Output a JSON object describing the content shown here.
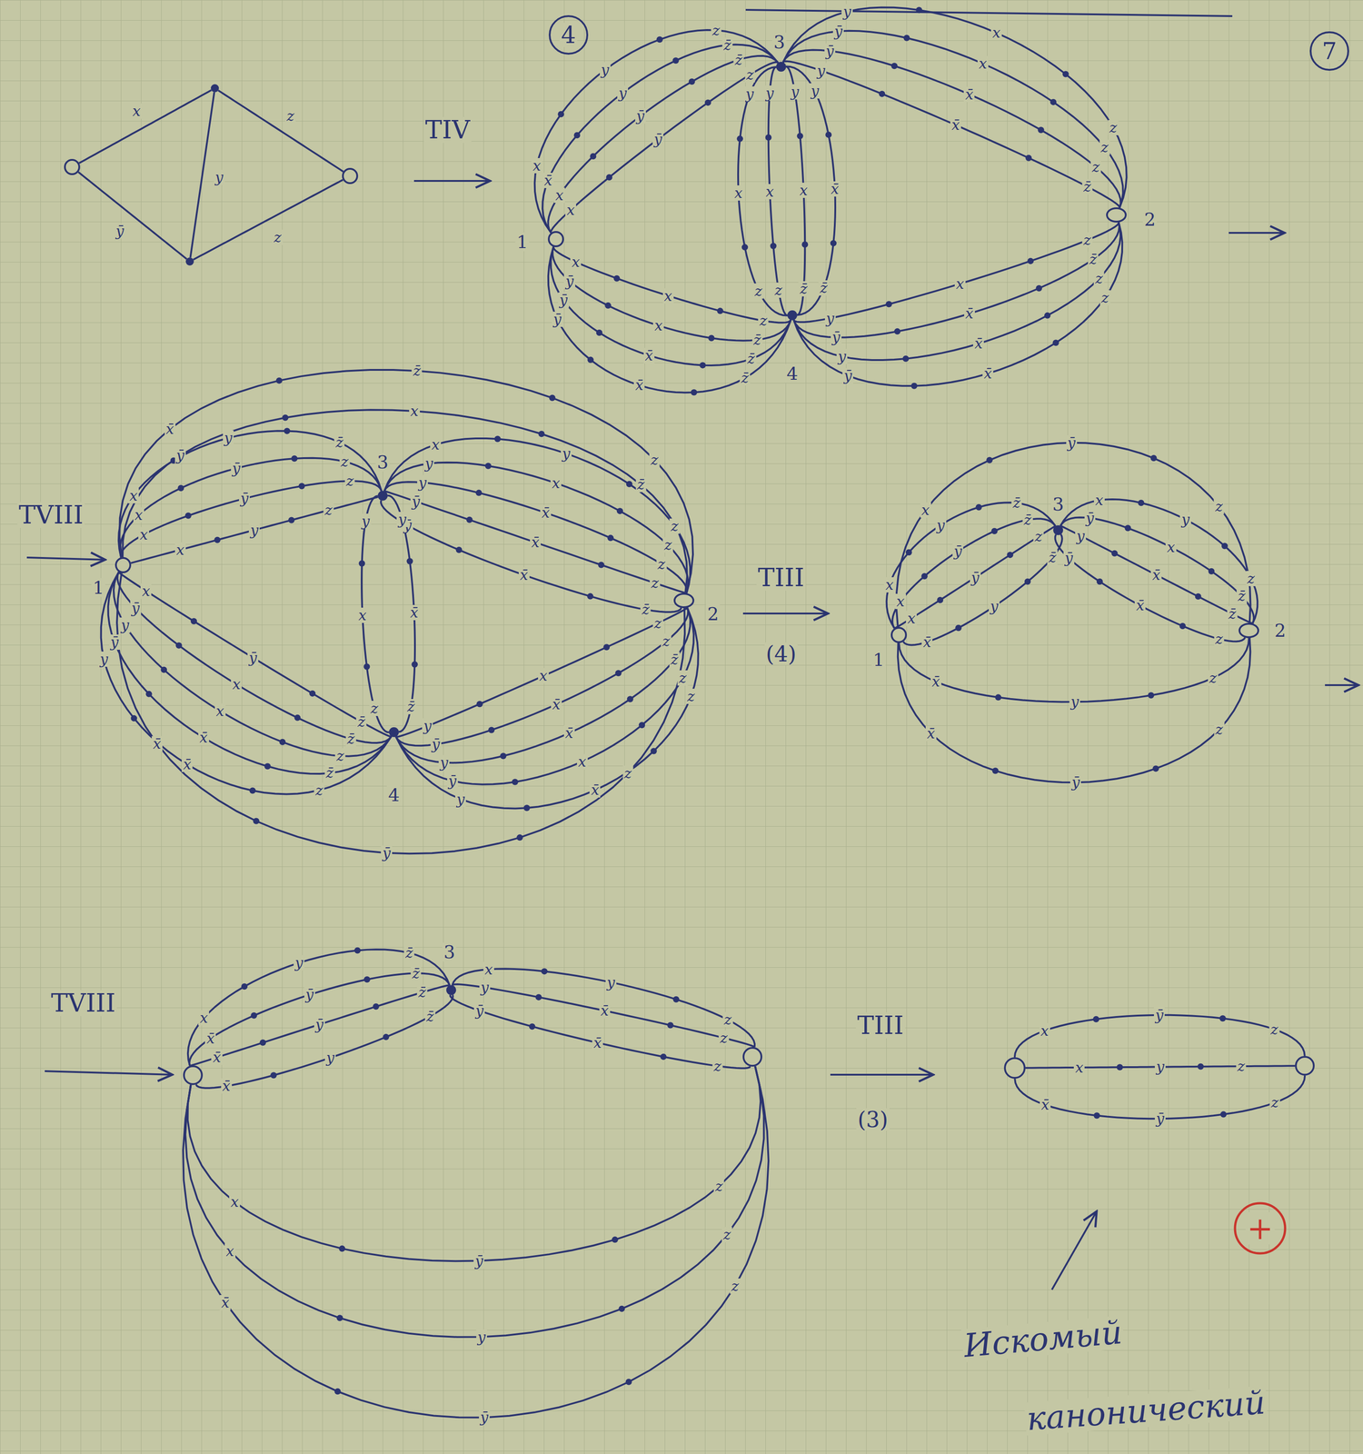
{
  "diagram": {
    "nodes": [
      {
        "text": [
          "1"
        ]
      },
      {
        "text": [
          "3"
        ]
      },
      {
        "text": [
          "2"
        ]
      },
      {
        "text": [
          "4"
        ]
      },
      {
        "text": [
          "1"
        ]
      },
      {
        "text": [
          "3"
        ]
      },
      {
        "text": [
          "2"
        ]
      },
      {
        "text": [
          "4"
        ]
      },
      {
        "text": [
          "1"
        ]
      },
      {
        "text": [
          "3"
        ]
      },
      {
        "text": [
          "2"
        ]
      },
      {
        "text": [
          "3"
        ]
      }
    ],
    "edges": [
      {
        "from": 0,
        "to": 1,
        "arrow": "none"
      },
      {
        "from": 0,
        "to": 1,
        "arrow": "none"
      },
      {
        "from": 0,
        "to": 1,
        "arrow": "none"
      },
      {
        "from": 0,
        "to": 1,
        "arrow": "none"
      },
      {
        "from": 1,
        "to": 2,
        "arrow": "none"
      },
      {
        "from": 1,
        "to": 2,
        "arrow": "none"
      },
      {
        "from": 1,
        "to": 2,
        "arrow": "none"
      },
      {
        "from": 1,
        "to": 2,
        "arrow": "none"
      },
      {
        "from": 1,
        "to": 3,
        "arrow": "none"
      },
      {
        "from": 1,
        "to": 3,
        "arrow": "none"
      },
      {
        "from": 1,
        "to": 3,
        "arrow": "none"
      },
      {
        "from": 1,
        "to": 3,
        "arrow": "none"
      },
      {
        "from": 0,
        "to": 3,
        "arrow": "none"
      },
      {
        "from": 0,
        "to": 3,
        "arrow": "none"
      },
      {
        "from": 0,
        "to": 3,
        "arrow": "none"
      },
      {
        "from": 0,
        "to": 3,
        "arrow": "none"
      },
      {
        "from": 3,
        "to": 2,
        "arrow": "none"
      },
      {
        "from": 3,
        "to": 2,
        "arrow": "none"
      },
      {
        "from": 3,
        "to": 2,
        "arrow": "none"
      },
      {
        "from": 3,
        "to": 2,
        "arrow": "none"
      },
      {
        "from": 4,
        "to": 6,
        "arrow": "none"
      },
      {
        "from": 4,
        "to": 6,
        "arrow": "none"
      },
      {
        "from": 4,
        "to": 5,
        "arrow": "none"
      },
      {
        "from": 4,
        "to": 5,
        "arrow": "none"
      },
      {
        "from": 4,
        "to": 5,
        "arrow": "none"
      },
      {
        "from": 4,
        "to": 5,
        "arrow": "none"
      },
      {
        "from": 5,
        "to": 6,
        "arrow": "none"
      },
      {
        "from": 5,
        "to": 6,
        "arrow": "none"
      },
      {
        "from": 5,
        "to": 6,
        "arrow": "none"
      },
      {
        "from": 5,
        "to": 6,
        "arrow": "none"
      },
      {
        "from": 5,
        "to": 6,
        "arrow": "none"
      },
      {
        "from": 5,
        "to": 7,
        "arrow": "none"
      },
      {
        "from": 5,
        "to": 7,
        "arrow": "none"
      },
      {
        "from": 4,
        "to": 7,
        "arrow": "none"
      },
      {
        "from": 4,
        "to": 7,
        "arrow": "none"
      },
      {
        "from": 4,
        "to": 7,
        "arrow": "none"
      },
      {
        "from": 4,
        "to": 7,
        "arrow": "none"
      },
      {
        "from": 4,
        "to": 7,
        "arrow": "none"
      },
      {
        "from": 7,
        "to": 6,
        "arrow": "none"
      },
      {
        "from": 7,
        "to": 6,
        "arrow": "none"
      },
      {
        "from": 7,
        "to": 6,
        "arrow": "none"
      },
      {
        "from": 7,
        "to": 6,
        "arrow": "none"
      },
      {
        "from": 7,
        "to": 6,
        "arrow": "none"
      },
      {
        "from": 4,
        "to": 6,
        "arrow": "none"
      },
      {
        "from": 8,
        "to": 10,
        "arrow": "none"
      },
      {
        "from": 8,
        "to": 9,
        "arrow": "none"
      },
      {
        "from": 8,
        "to": 9,
        "arrow": "none"
      },
      {
        "from": 8,
        "to": 9,
        "arrow": "none"
      },
      {
        "from": 8,
        "to": 9,
        "arrow": "none"
      },
      {
        "from": 9,
        "to": 10,
        "arrow": "none"
      },
      {
        "from": 9,
        "to": 10,
        "arrow": "none"
      },
      {
        "from": 9,
        "to": 10,
        "arrow": "none"
      },
      {
        "from": 9,
        "to": 10,
        "arrow": "none"
      },
      {
        "from": 8,
        "to": 10,
        "arrow": "none"
      },
      {
        "from": 8,
        "to": 10,
        "arrow": "none"
      }
    ],
    "labels": [
      "x",
      "z",
      "y",
      "ȳ",
      "z",
      "x",
      "y",
      "z",
      "x̄",
      "y",
      "z̄",
      "x",
      "ȳ",
      "z̄",
      "x",
      "ȳ",
      "z",
      "y",
      "x",
      "z",
      "ȳ",
      "x",
      "z",
      "ȳ",
      "x̄",
      "z",
      "y",
      "x̄",
      "z̄",
      "y",
      "x",
      "z",
      "y",
      "x",
      "z",
      "y",
      "x",
      "z̄",
      "y",
      "x̄",
      "z̄",
      "x",
      "x",
      "z",
      "ȳ",
      "x",
      "z̄",
      "ȳ",
      "x̄",
      "z̄",
      "ȳ",
      "x̄",
      "z̄",
      "y",
      "x",
      "z",
      "ȳ",
      "x̄",
      "z̄",
      "y",
      "x̄",
      "z",
      "ȳ",
      "x̄",
      "z",
      "x̄",
      "z̄",
      "z",
      "ȳ",
      "x",
      "z̄",
      "x",
      "y",
      "z̄",
      "x",
      "ȳ",
      "z",
      "x",
      "ȳ",
      "z",
      "x",
      "y",
      "z",
      "x",
      "y",
      "z",
      "y",
      "x",
      "z",
      "y",
      "x̄",
      "z",
      "ȳ",
      "x̄",
      "z",
      "ȳ",
      "x̄",
      "z̄",
      "y",
      "x",
      "z",
      "y",
      "x̄",
      "z̄",
      "x",
      "ȳ",
      "z̄",
      "ȳ",
      "x",
      "z̄",
      "y",
      "x",
      "z",
      "ȳ",
      "x̄",
      "z̄",
      "y",
      "x̄",
      "z",
      "y",
      "x",
      "z",
      "ȳ",
      "x̄",
      "z",
      "y",
      "x̄",
      "z̄",
      "ȳ",
      "x",
      "z",
      "y",
      "x̄",
      "z",
      "x̄",
      "ȳ",
      "z",
      "x",
      "ȳ",
      "z",
      "x",
      "y",
      "z̄",
      "x",
      "ȳ",
      "z̄",
      "x",
      "ȳ",
      "z",
      "x̄",
      "y",
      "z̄",
      "x",
      "y",
      "z",
      "ȳ",
      "x",
      "z̄",
      "y",
      "x̄",
      "z̄",
      "ȳ",
      "x̄",
      "z",
      "x̄",
      "y",
      "z",
      "x̄",
      "ȳ",
      "z",
      "x",
      "y",
      "z̄",
      "x̄",
      "ȳ",
      "z̄",
      "x̄",
      "ȳ",
      "z̄",
      "x̄",
      "y",
      "z̄",
      "x",
      "y",
      "z",
      "y",
      "x̄",
      "z",
      "ȳ",
      "x̄",
      "z",
      "x",
      "ȳ",
      "z",
      "x",
      "y",
      "z",
      "x̄",
      "ȳ",
      "z",
      "x",
      "ȳ",
      "z",
      "x",
      "y",
      "z",
      "x̄",
      "ȳ",
      "z",
      "4",
      "7",
      "TIV",
      "TVIII",
      "TIII",
      "(4)",
      "TVIII",
      "TIII",
      "(3)",
      "+",
      "Искомый",
      "канонический"
    ]
  }
}
